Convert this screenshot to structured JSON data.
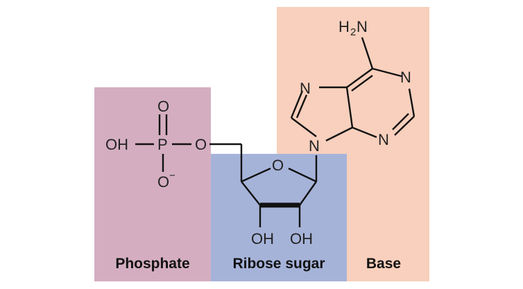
{
  "regions": {
    "phosphate": {
      "label": "Phosphate",
      "color": "#d4aec0"
    },
    "ribose": {
      "label": "Ribose sugar",
      "color": "#a6b3d9"
    },
    "base": {
      "label": "Base",
      "color": "#f8d0bd"
    }
  },
  "atoms": {
    "phosphate_oh": "OH",
    "phosphorus": "P",
    "double_bond_o": "O",
    "o_minus": "O",
    "minus_sign": "−",
    "bridge_o": "O",
    "ring_o": "O",
    "oh_c3": "OH",
    "oh_c2": "OH",
    "amine_h": "H",
    "amine_sub": "2",
    "amine_n": "N",
    "n7": "N",
    "n1": "N",
    "n9": "N",
    "n3": "N"
  }
}
